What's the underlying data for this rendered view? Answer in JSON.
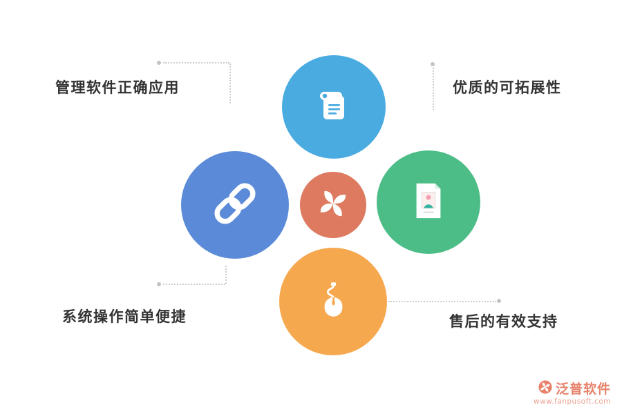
{
  "diagram": {
    "labels": {
      "top_left": "管理软件正确应用",
      "top_right": "优质的可拓展性",
      "bottom_left": "系统操作简单便捷",
      "bottom_right": "售后的有效支持"
    },
    "circles": {
      "top": {
        "icon": "scroll-document-icon",
        "color": "#4aabe0"
      },
      "left": {
        "icon": "chain-link-icon",
        "color": "#5b8bd8"
      },
      "right": {
        "icon": "id-photo-card-icon",
        "color": "#4dbd88"
      },
      "bottom": {
        "icon": "computer-mouse-icon",
        "color": "#f6a84f"
      },
      "center": {
        "icon": "fanpu-logo-icon",
        "color": "#dd7a60"
      }
    },
    "connector_color": "#cccccc"
  },
  "footer": {
    "brand": "泛普软件",
    "website": "www.fanpusoft.com",
    "color": "#e8826b"
  }
}
